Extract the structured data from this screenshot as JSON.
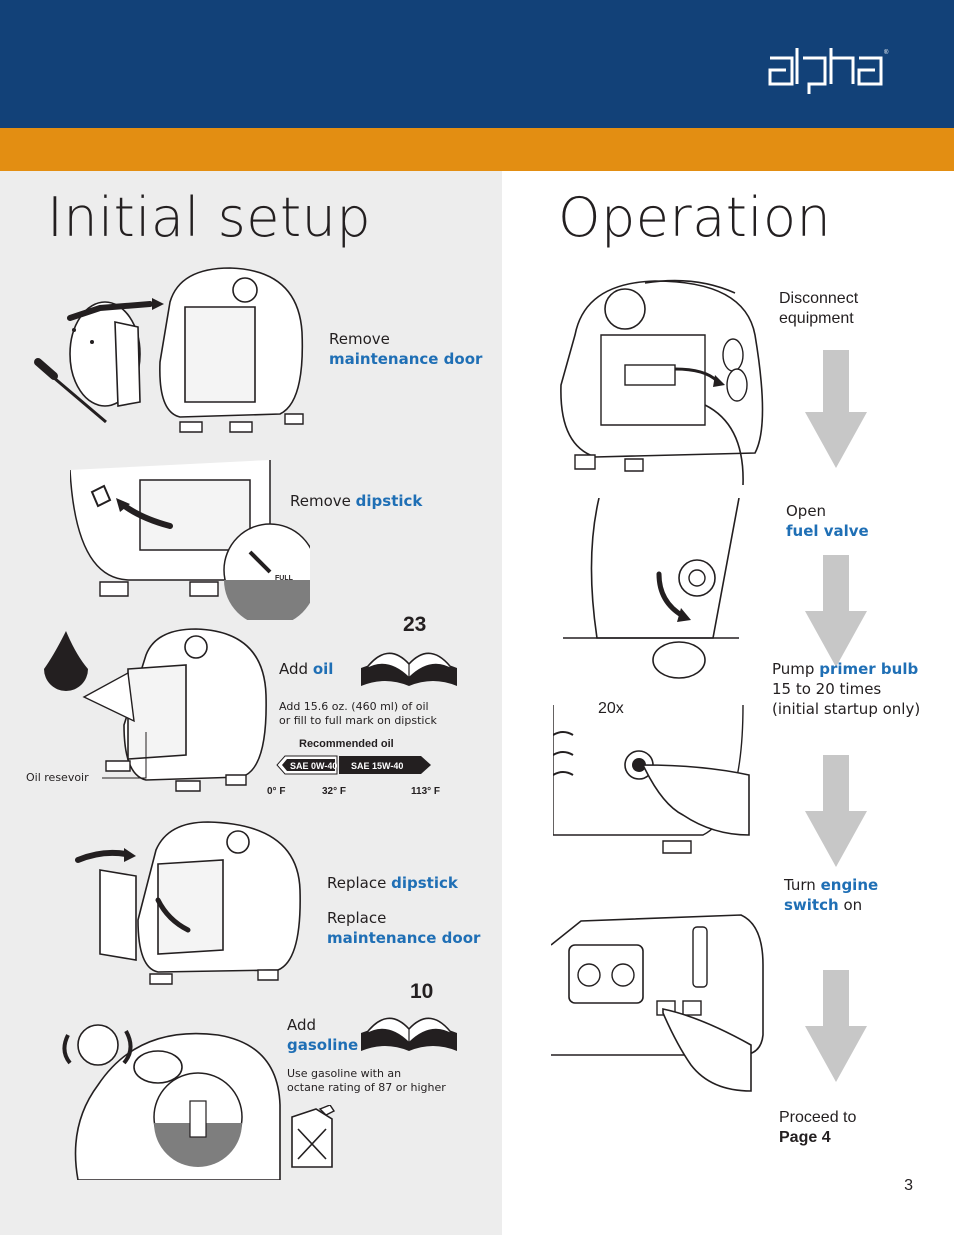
{
  "header": {
    "brand": "alpha",
    "colors": {
      "blue": "#124178",
      "orange": "#e38e12",
      "accent": "#1f6fb5"
    }
  },
  "initial_setup": {
    "title": "Initial setup",
    "step1": {
      "prefix": "Remove",
      "bold": "maintenance door"
    },
    "step2": {
      "prefix": "Remove",
      "bold": "dipstick"
    },
    "dipstick_mark": "FULL",
    "step3": {
      "prefix": "Add",
      "bold": "oil",
      "note_line1": "Add 15.6 oz. (460 ml) of oil",
      "note_line2": "or fill to full mark on dipstick",
      "manual_page": "23",
      "callout": "Oil resevoir",
      "recommended_title": "Recommended oil",
      "oil_a": "SAE 0W-40",
      "oil_b": "SAE 15W-40",
      "temps": [
        "0° F",
        "32° F",
        "113° F"
      ]
    },
    "step4": {
      "line1_prefix": "Replace",
      "line1_bold": "dipstick",
      "line2_prefix": "Replace",
      "line2_bold": "maintenance door"
    },
    "step5": {
      "prefix": "Add",
      "bold": "gasoline",
      "note_line1": "Use gasoline with an",
      "note_line2": "octane rating of 87 or higher",
      "manual_page": "10"
    }
  },
  "operation": {
    "title": "Operation",
    "step1": {
      "line1": "Disconnect",
      "line2": "equipment"
    },
    "step2": {
      "prefix": "Open",
      "bold": "fuel valve"
    },
    "step3": {
      "prefix": "Pump",
      "bold": "primer bulb",
      "line2": "15 to 20 times",
      "line3": "(initial startup only)",
      "count": "20x"
    },
    "step4": {
      "prefix": "Turn",
      "bold1": "engine",
      "bold2": "switch",
      "suffix": "on"
    },
    "step5": {
      "line1": "Proceed to",
      "line2": "Page 4"
    }
  },
  "page_number": "3"
}
